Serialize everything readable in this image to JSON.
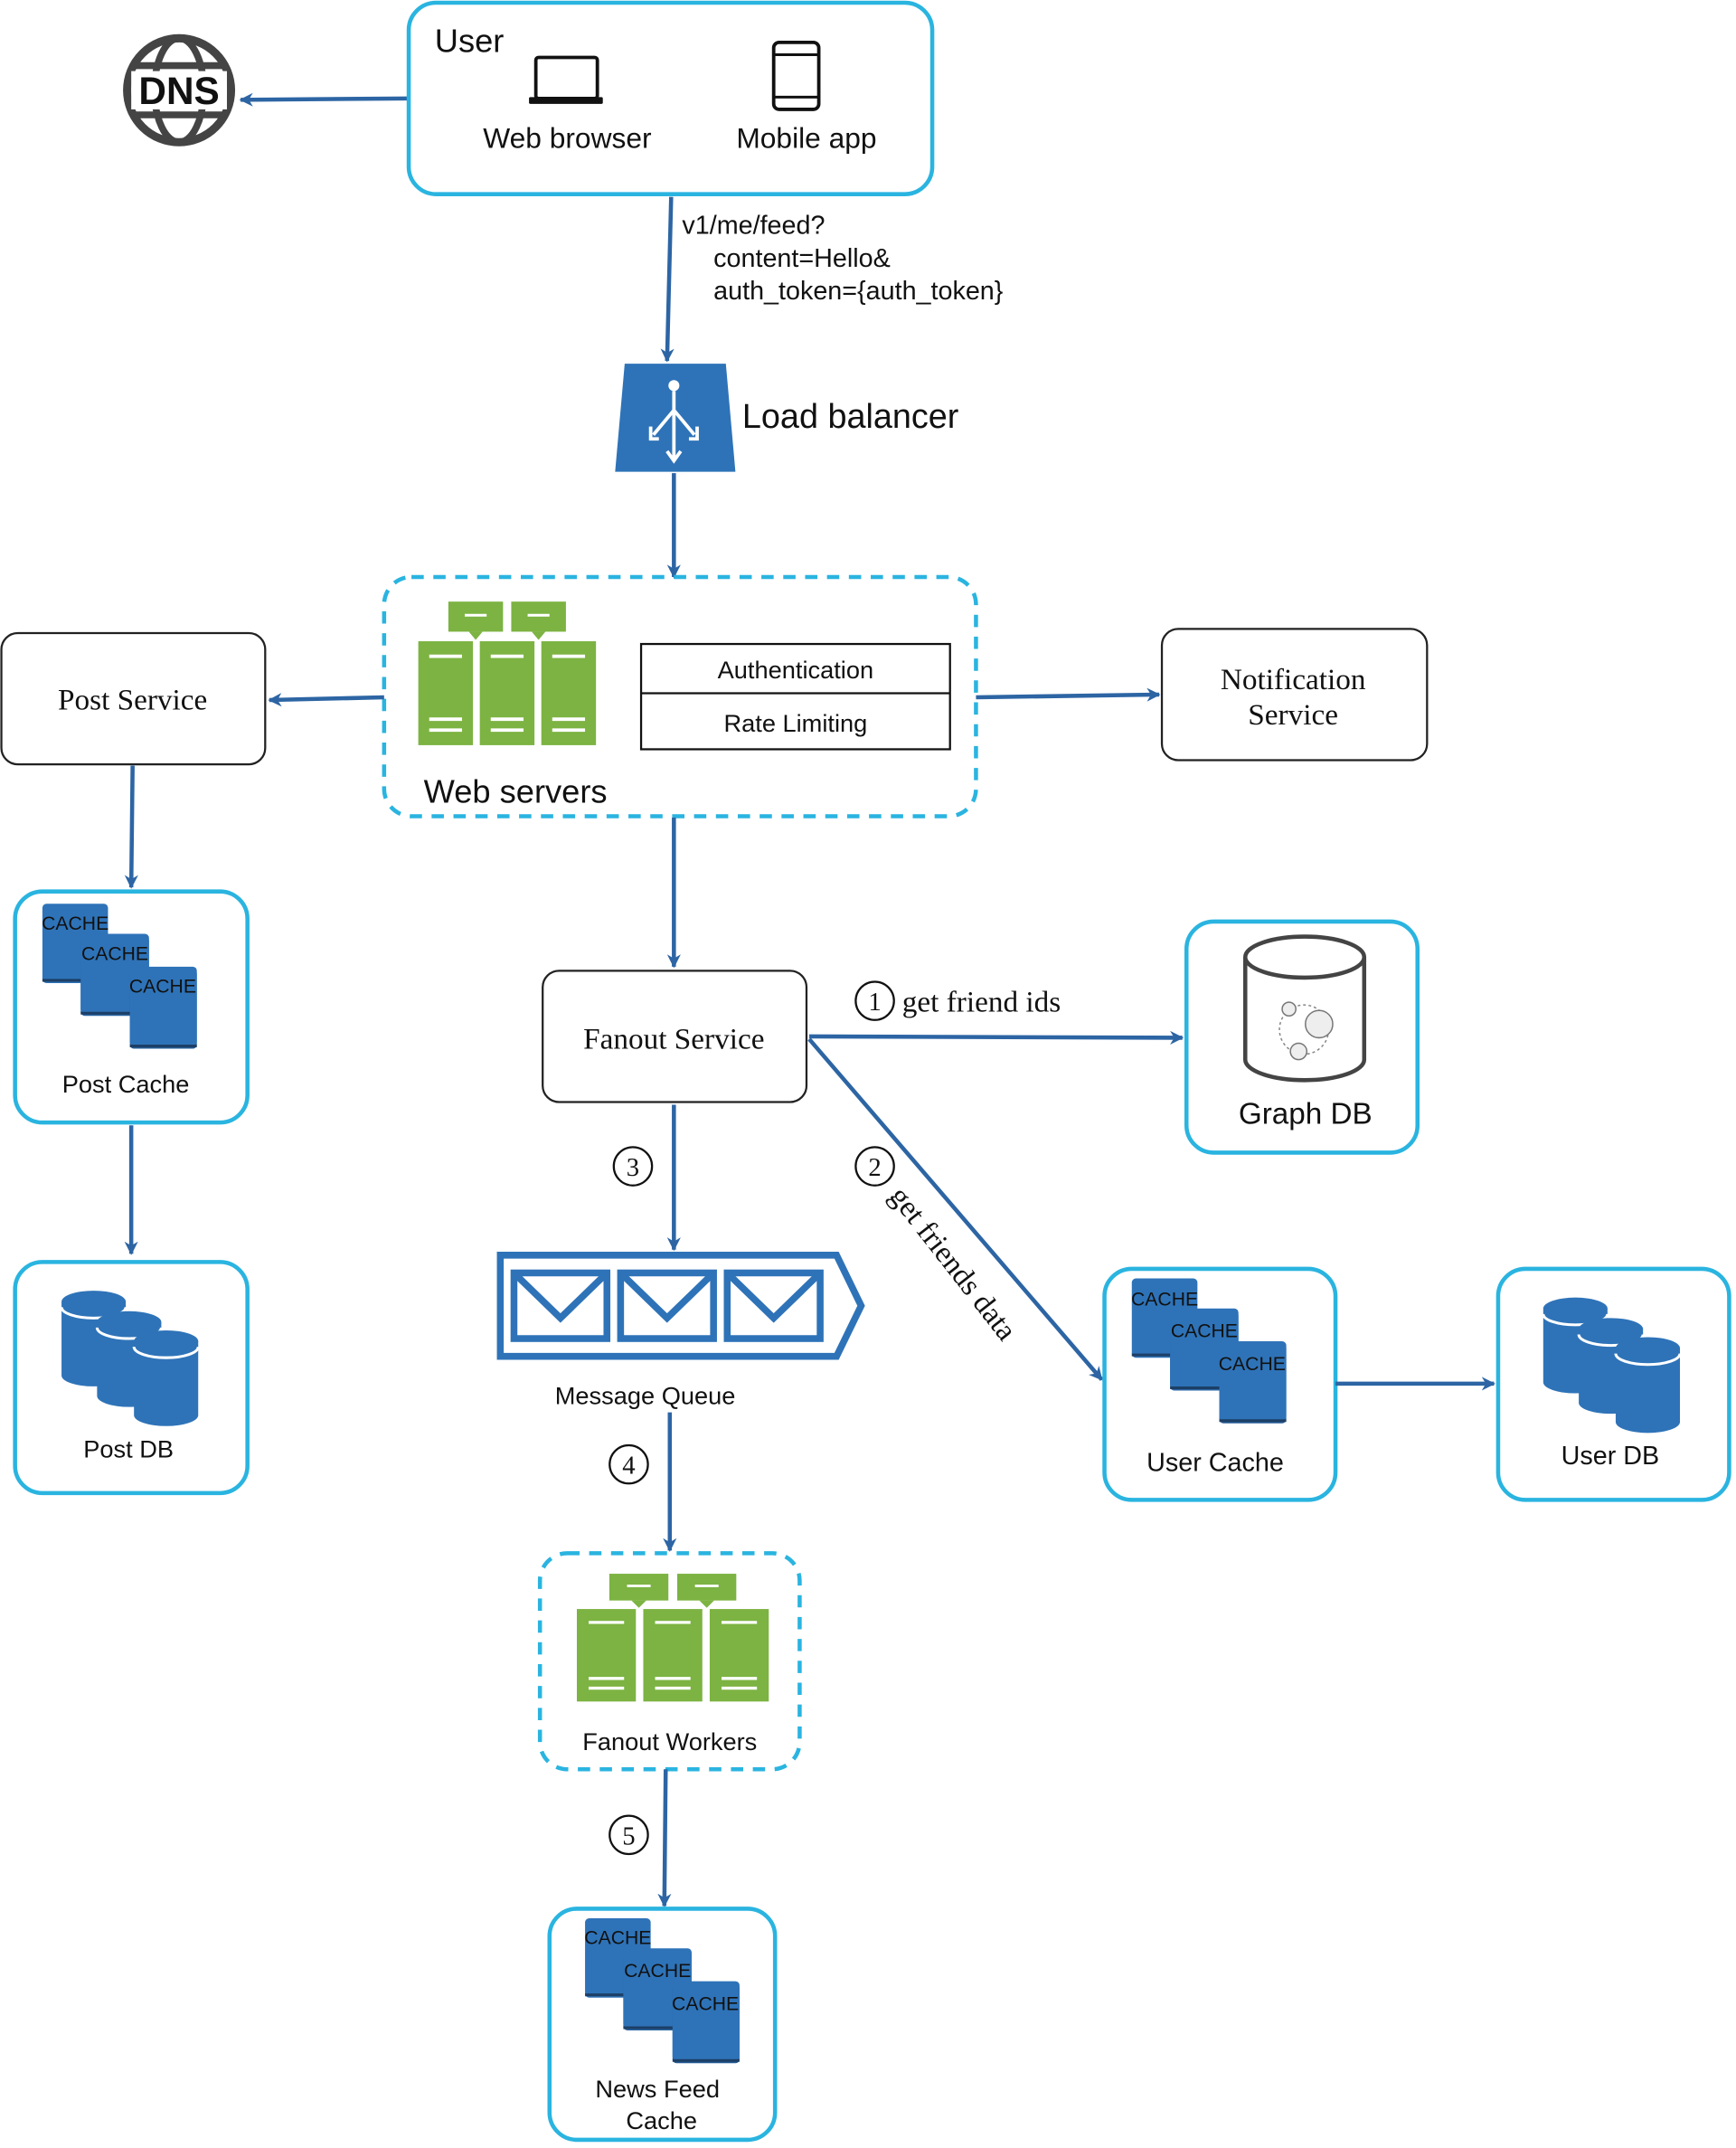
{
  "user": {
    "title": "User",
    "web_browser": "Web browser",
    "mobile_app": "Mobile app"
  },
  "dns": {
    "label": "DNS"
  },
  "request": {
    "line1": "v1/me/feed?",
    "line2": "content=Hello&",
    "line3": "auth_token={auth_token}"
  },
  "load_balancer": {
    "label": "Load balancer"
  },
  "web_servers": {
    "label": "Web servers",
    "auth": "Authentication",
    "rate": "Rate Limiting"
  },
  "post_service": {
    "label": "Post Service"
  },
  "notification_service": {
    "line1": "Notification",
    "line2": "Service"
  },
  "post_cache": {
    "label": "Post Cache"
  },
  "post_db": {
    "label": "Post DB"
  },
  "fanout_service": {
    "label": "Fanout Service"
  },
  "graph_db": {
    "label": "Graph DB"
  },
  "message_queue": {
    "label": "Message Queue"
  },
  "fanout_workers": {
    "label": "Fanout Workers"
  },
  "news_feed_cache": {
    "line1": "News Feed",
    "line2": "Cache"
  },
  "user_cache": {
    "label": "User Cache"
  },
  "user_db": {
    "label": "User DB"
  },
  "cache_icon_text": "CACHE",
  "steps": {
    "s1": {
      "num": "1",
      "label": "get friend ids"
    },
    "s2": {
      "num": "2",
      "label": "get friends data"
    },
    "s3": {
      "num": "3"
    },
    "s4": {
      "num": "4"
    },
    "s5": {
      "num": "5"
    }
  },
  "colors": {
    "box_border": "#2ab4e0",
    "arrow": "#2d65a4",
    "icon_blue": "#2e73b8",
    "server_green": "#7cb342"
  }
}
